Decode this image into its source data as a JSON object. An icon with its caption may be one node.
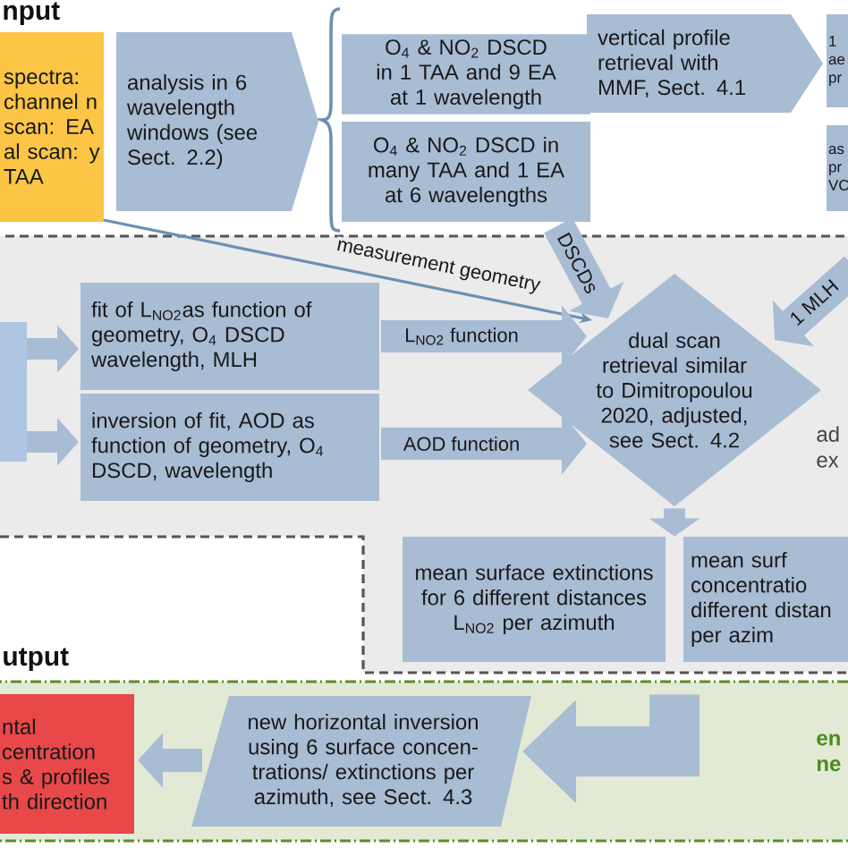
{
  "diagram": {
    "nodes": [
      {
        "text": [
          "spectra: channel n scan: EA al scan: y TAA"
        ]
      },
      {
        "text": [
          "analysis in 6 wavelength windows (see Sect. 2.2)"
        ]
      },
      {
        "text": [
          "O$_{4}$ & NO$_{2}$ DSCD in 1 TAA and 9 EA at 1 wavelength"
        ]
      },
      {
        "text": [
          "O$_{4}$ & NO$_{2}$ DSCD in many TAA and 1 EA at 6 wavelengths"
        ]
      },
      {
        "text": [
          "vertical profile retrieval with MMF, Sect. 4.1"
        ]
      },
      {
        "text": [
          "1 ae pr"
        ]
      },
      {
        "text": [
          "as pr VC"
        ]
      },
      {
        "text": [],
        "shape": "box"
      },
      {
        "text": [
          "fit of L$_{NO2}$as function of geometry, O$_{4}$ DSCD wavelength, MLH"
        ]
      },
      {
        "text": [
          "inversion of fit, AOD as function of geometry, O$_{4}$ DSCD, wavelength"
        ]
      },
      {
        "text": [
          "dual scan retrieval similar to Dimitropoulou 2020, adjusted, see Sect. 4.2"
        ]
      },
      {
        "text": [
          "mean surface extinctions for 6 different distances L$_{NO2}$ per azimuth"
        ]
      },
      {
        "text": [
          "mean surf concentratio different distan per azim"
        ]
      },
      {
        "text": [
          "new horizontal inversion using 6 surface concen-trations/ extinctions per azimuth, see Sect. 4.3"
        ]
      },
      {
        "text": [
          "ntal centration s & profiles th direction"
        ]
      }
    ],
    "edges": [
      {
        "from": 0,
        "to": 10,
        "arrow": "to",
        "label": "measurement geometry",
        "color": "#6d8fb5"
      },
      {
        "from": 7,
        "to": 8,
        "arrow": "to"
      },
      {
        "from": 7,
        "to": 9,
        "arrow": "to"
      },
      {
        "from": 8,
        "to": 10,
        "arrow": "to",
        "label": "L$_{NO2}$ function"
      },
      {
        "from": 9,
        "to": 10,
        "arrow": "to",
        "label": "AOD function"
      },
      {
        "from": 3,
        "to": 10,
        "arrow": "to",
        "label": "DSCDs"
      },
      {
        "from": null,
        "to": 10,
        "arrow": "to",
        "label": "1 MLH"
      },
      {
        "from": 10,
        "to": 11,
        "arrow": "to"
      },
      {
        "from": 10,
        "to": 12,
        "arrow": "to"
      },
      {
        "from": 11,
        "to": 13,
        "arrow": "to",
        "style": "thick"
      },
      {
        "from": 12,
        "to": 13,
        "arrow": "to",
        "style": "thick"
      },
      {
        "from": 13,
        "to": 14,
        "arrow": "to"
      }
    ],
    "labels": [
      "nput",
      "utput",
      "ad ex",
      "en ne"
    ]
  }
}
